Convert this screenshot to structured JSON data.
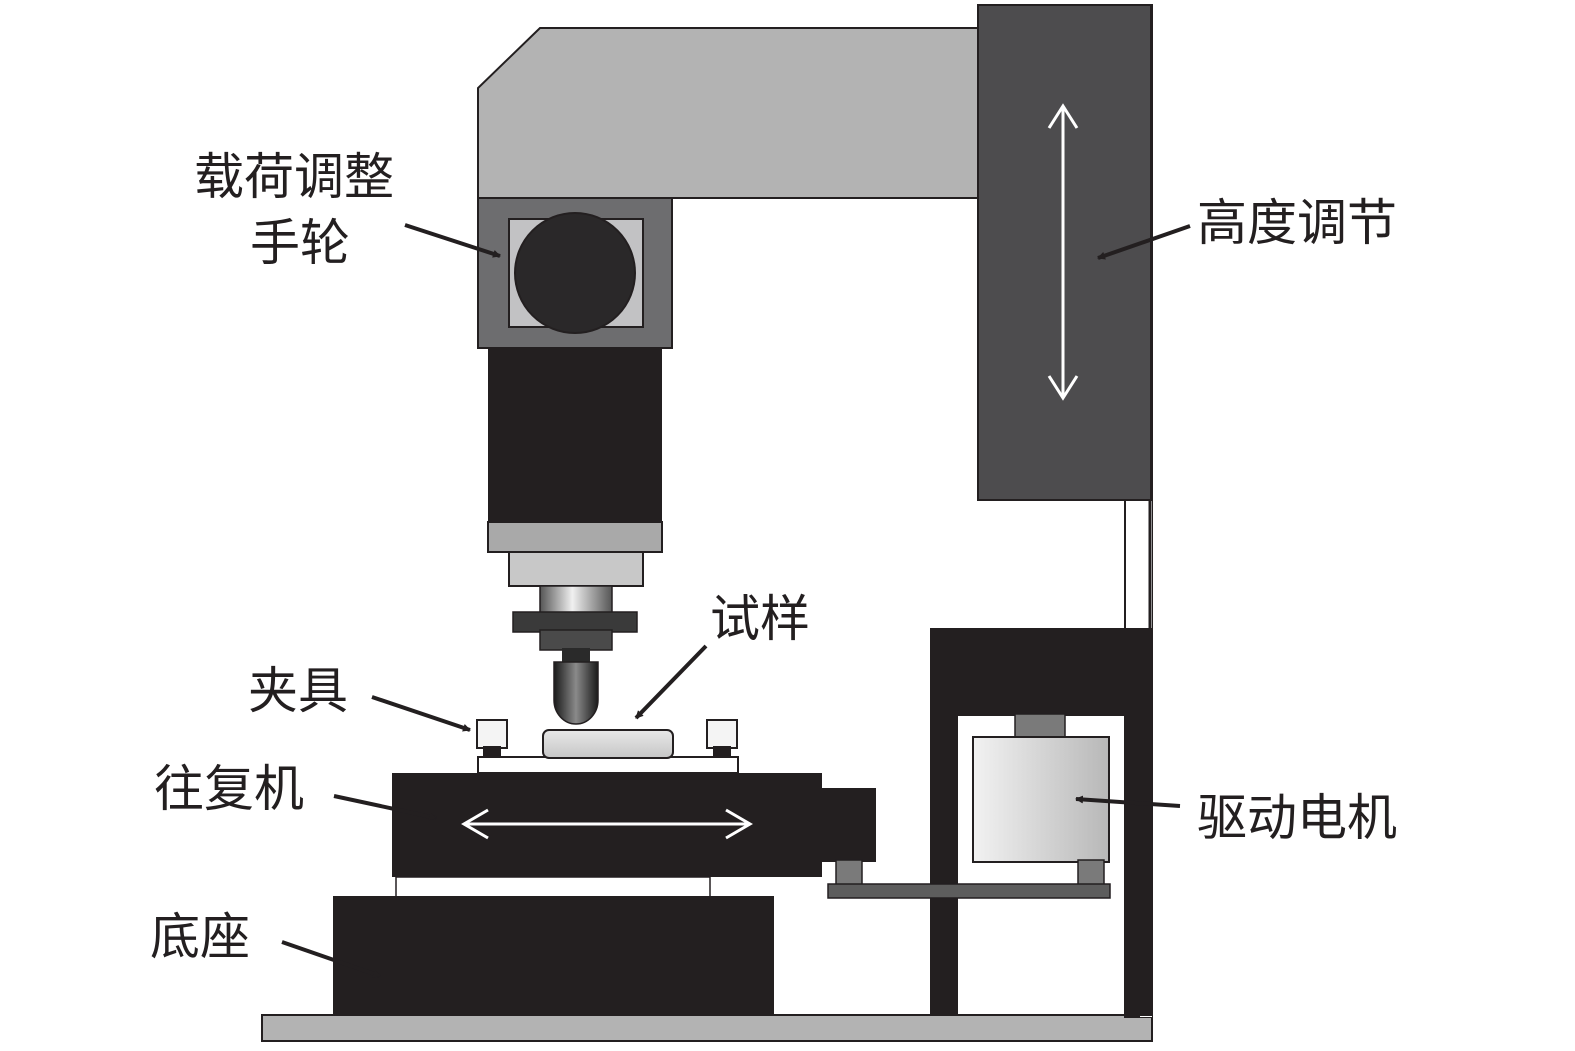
{
  "labels": {
    "handwheel_line1": "载荷调整",
    "handwheel_line2": "手轮",
    "height": "高度调节",
    "specimen": "试样",
    "fixture": "夹具",
    "reciprocator": "往复机",
    "motor": "驱动电机",
    "base": "底座"
  },
  "colors": {
    "dark_block": "#231f20",
    "arm_gray": "#b3b3b3",
    "column_gray": "#4d4c4e",
    "label_text": "#231f20"
  }
}
